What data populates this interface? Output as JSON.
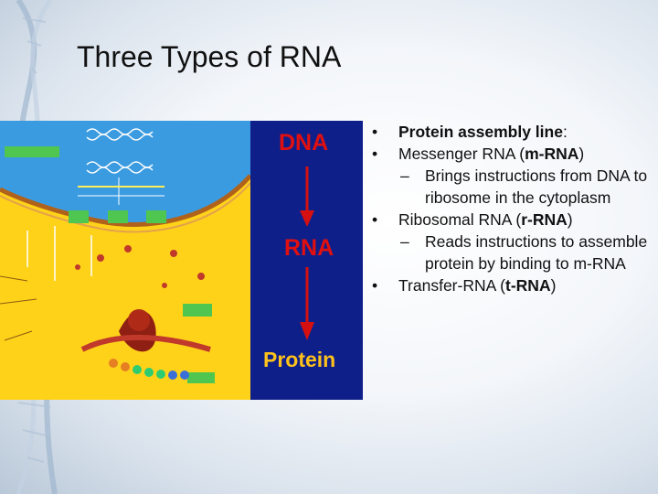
{
  "slide": {
    "title": "Three Types of RNA"
  },
  "figure": {
    "flow_labels": {
      "dna": "DNA",
      "rna": "RNA",
      "protein": "Protein"
    },
    "colors": {
      "dna": "#e01010",
      "rna": "#e01010",
      "protein": "#ffc21a",
      "arrow": "#d61010",
      "panel": "#0f1f8a"
    }
  },
  "bullets": {
    "b1_bold": "Protein assembly line",
    "b1_after": ":",
    "b2_pre": "Messenger RNA (",
    "b2_bold": "m-RNA",
    "b2_post": ")",
    "b2_sub": "Brings instructions from DNA to ribosome in the cytoplasm",
    "b3_pre": "Ribosomal RNA (",
    "b3_bold": "r-RNA",
    "b3_post": ")",
    "b3_sub": "Reads instructions to assemble protein by binding to m-RNA",
    "b4_pre": "Transfer-RNA (",
    "b4_bold": "t-RNA",
    "b4_post": ")",
    "bullet_glyph": "•",
    "dash_glyph": "–"
  }
}
